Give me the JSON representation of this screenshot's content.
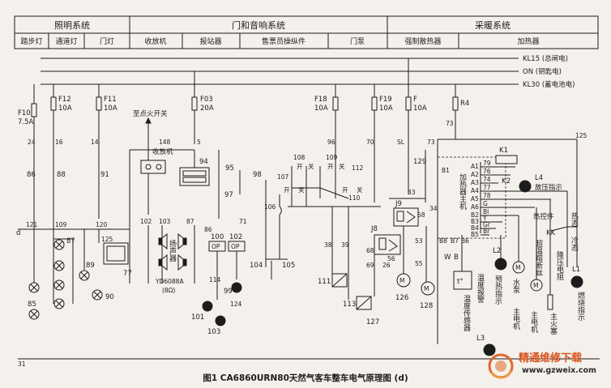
{
  "systems": {
    "lighting": "照明系统",
    "door_audio": "门和音响系统",
    "heating": "采暖系统"
  },
  "subsystems": [
    "踏步灯",
    "通道灯",
    "门灯",
    "收放机",
    "报站器",
    "售票员操纵件",
    "门泵",
    "强制散热器",
    "加热器"
  ],
  "rails": [
    "KL15 (总闸电)",
    "ON (钥匙电)",
    "KL30 (蓄电池电)"
  ],
  "fuses": [
    {
      "name": "F10",
      "rating": "7.5A"
    },
    {
      "name": "F12",
      "rating": "10A"
    },
    {
      "name": "F11",
      "rating": "10A"
    },
    {
      "name": "F03",
      "rating": "20A"
    },
    {
      "name": "F18",
      "rating": "10A"
    },
    {
      "name": "F19",
      "rating": "10A"
    },
    {
      "name": "F",
      "rating": "10A"
    },
    {
      "name": "R4",
      "rating": ""
    }
  ],
  "labels": {
    "ignition": "至点火开关",
    "radio": "收放机",
    "speaker": "扬声器",
    "speaker_model": "YD6088A",
    "speaker_ohm": "(8Ω)",
    "heater_ecu": "加热器主机",
    "l4": "L4",
    "l4_text": "故压指示",
    "k1": "K1",
    "k2": "K2",
    "thermo": "热控件",
    "kk": "KK",
    "hot": "热态",
    "cold": "冷态",
    "overheat": "超温熔断丝",
    "decompress": "降压电阻",
    "l1": "L1",
    "l1_text": "燃烧指示",
    "l2": "L2",
    "l2_text": "预热指示",
    "water_pump": "水泵",
    "main_motor": "主电机",
    "fire_plug": "主火塞",
    "temp_alarm": "温度报警",
    "temp_sensor": "温度传感器",
    "l3": "L3",
    "t_sym": "t°",
    "d": "d",
    "op": "OP",
    "m": "M",
    "on": "开",
    "off": "关"
  },
  "pins": [
    "B1",
    "A1",
    "A2",
    "A3",
    "A4",
    "A5",
    "A6",
    "B2",
    "B3",
    "B4",
    "B5",
    "B8",
    "B7",
    "B6"
  ],
  "pin_wires": [
    "79",
    "76",
    "74",
    "77",
    "78",
    "G",
    "Bl",
    "Y",
    "Gr",
    "Br"
  ],
  "wire_numbers": {
    "n24": "24",
    "n16": "16",
    "n14": "14",
    "n148": "148",
    "n5": "5",
    "n96": "96",
    "n70": "70",
    "sl": "SL",
    "n73": "73",
    "n73b": "73",
    "n125": "125",
    "n86": "86",
    "n88": "88",
    "n91": "91",
    "n94": "94",
    "n95": "95",
    "n97": "97",
    "n98": "98",
    "n108": "108",
    "n109": "109",
    "n107": "107",
    "n112": "112",
    "n110": "110",
    "n129": "129",
    "n121": "121",
    "n109b": "109",
    "n120": "120",
    "n125b": "125",
    "n87": "87",
    "n89": "89",
    "n90": "90",
    "n85": "85",
    "n77": "77",
    "n102": "102",
    "n103": "103",
    "n87b": "87",
    "n86b": "86",
    "n100": "100",
    "n102b": "102",
    "n71": "71",
    "n106": "106",
    "n38": "38",
    "n39": "39",
    "n69": "69",
    "n26": "26",
    "n56": "56",
    "n53": "53",
    "n55": "55",
    "n58": "58",
    "n68": "68",
    "n34": "34",
    "n33": "33",
    "n114": "114",
    "n124": "124",
    "n99": "99",
    "n101": "101",
    "n103b": "103",
    "n104": "104",
    "n105": "105",
    "n111": "111",
    "n113": "113",
    "n126": "126",
    "n127": "127",
    "n128": "128",
    "j8": "J8",
    "j9": "J9",
    "b": "B",
    "w": "W",
    "n31": "31"
  },
  "caption": "图1   CA6860URN80天然气客车整车电气原理图 (d)",
  "watermark": {
    "text": "精通维修下载",
    "url": "www.gzweix.com"
  }
}
